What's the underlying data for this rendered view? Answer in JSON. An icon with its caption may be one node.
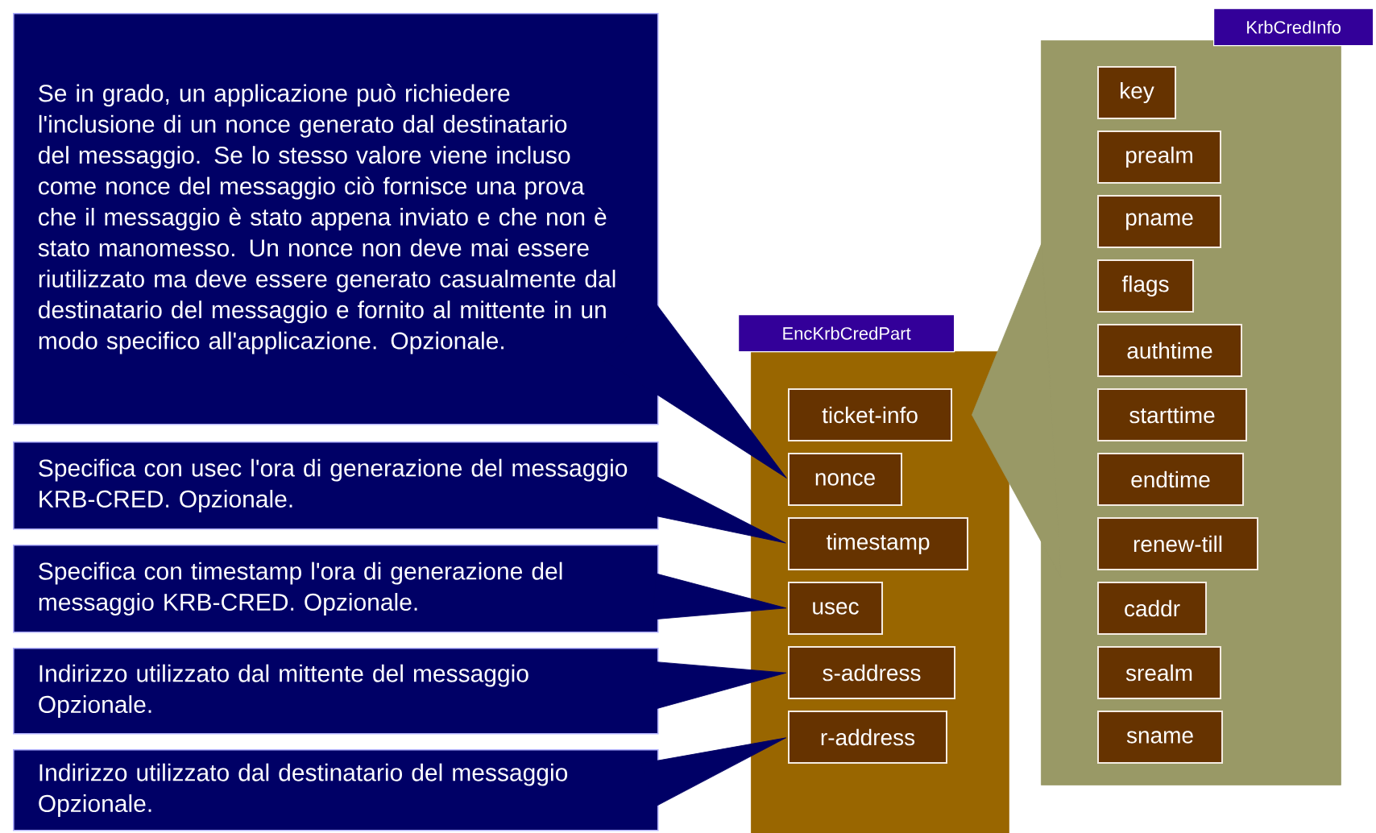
{
  "diagram": {
    "nodes": [
      {
        "text": [
          "EncKrbCredPart"
        ]
      },
      {
        "text": [
          "ticket-info"
        ],
        "in": 0
      },
      {
        "text": [
          "nonce"
        ],
        "in": 0
      },
      {
        "text": [
          "timestamp"
        ],
        "in": 0
      },
      {
        "text": [
          "usec"
        ],
        "in": 0
      },
      {
        "text": [
          "s-address"
        ],
        "in": 0
      },
      {
        "text": [
          "r-address"
        ],
        "in": 0
      },
      {
        "text": [
          "KrbCredInfo"
        ]
      },
      {
        "text": [
          "key"
        ],
        "in": 7
      },
      {
        "text": [
          "prealm"
        ],
        "in": 7
      },
      {
        "text": [
          "pname"
        ],
        "in": 7
      },
      {
        "text": [
          "flags"
        ],
        "in": 7
      },
      {
        "text": [
          "authtime"
        ],
        "in": 7
      },
      {
        "text": [
          "starttime"
        ],
        "in": 7
      },
      {
        "text": [
          "endtime"
        ],
        "in": 7
      },
      {
        "text": [
          "renew-till"
        ],
        "in": 7
      },
      {
        "text": [
          "caddr"
        ],
        "in": 7
      },
      {
        "text": [
          "srealm"
        ],
        "in": 7
      },
      {
        "text": [
          "sname"
        ],
        "in": 7
      },
      {
        "text": [
          "Se in grado, un applicazione può richiedere l'inclusione di un nonce generato dal destinatario del messaggio. Se lo stesso valore viene incluso come nonce del messaggio ciò fornisce una prova che il messaggio è stato appena inviato e che non è stato manomesso. Un nonce non deve mai essere riutilizzato ma deve essere generato casualmente dal destinatario del messaggio e fornito al mittente in un modo specifico all'applicazione. Opzionale."
        ]
      },
      {
        "text": [
          "Specifica con usec l'ora di generazione del messaggio KRB-CRED. Opzionale."
        ]
      },
      {
        "text": [
          "Specifica con timestamp l'ora di generazione del messaggio KRB-CRED. Opzionale."
        ]
      },
      {
        "text": [
          "Indirizzo utilizzato dal mittente del messaggio Opzionale."
        ]
      },
      {
        "text": [
          "Indirizzo utilizzato dal destinatario del messaggio Opzionale."
        ]
      }
    ],
    "edges": [
      {
        "from": 19,
        "to": 2,
        "arrow": "none"
      },
      {
        "from": 20,
        "to": 3,
        "arrow": "none"
      },
      {
        "from": 21,
        "to": 4,
        "arrow": "none"
      },
      {
        "from": 22,
        "to": 5,
        "arrow": "none"
      },
      {
        "from": 23,
        "to": 6,
        "arrow": "none"
      },
      {
        "from": 7,
        "to": 1,
        "arrow": "none"
      }
    ]
  }
}
